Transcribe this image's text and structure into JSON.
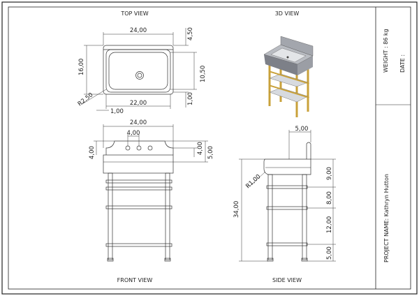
{
  "views": {
    "top": "TOP VIEW",
    "iso": "3D VIEW",
    "front": "FRONT VIEW",
    "side": "SIDE VIEW"
  },
  "title_block": {
    "weight": "WEIGHT : 86 kg",
    "date": "DATE :",
    "project": "PROJECT NAME: Kathryn Hutton"
  },
  "dims": {
    "top_width": "24,00",
    "top_back": "4,50",
    "top_depth": "16,00",
    "top_bowl_depth": "10,50",
    "top_radius": "R2,50",
    "top_bowl_width": "22,00",
    "top_front": "1,00",
    "top_side": "1,00",
    "front_width": "24,00",
    "front_holes": "4,00",
    "front_splash": "4,00",
    "front_rim_a": "4,00",
    "front_rim_b": "5,00",
    "side_top": "5,00",
    "side_radius": "R1,00",
    "side_overall": "34,00",
    "side_a": "9,00",
    "side_b": "8,00",
    "side_c": "12,00",
    "side_d": "5,00"
  },
  "colors": {
    "line": "#222222",
    "porcelain": "#b9bcc2",
    "porcelain_dark": "#7d8088",
    "brass": "#c9a13a",
    "glass": "#d7dadf"
  }
}
